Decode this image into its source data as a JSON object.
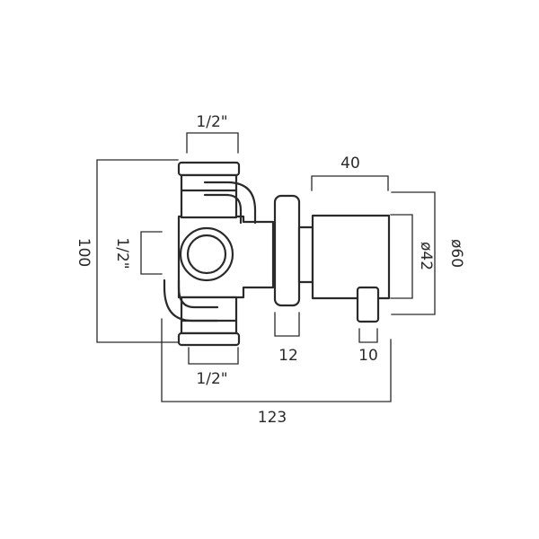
{
  "dimensions": {
    "top_inlet": "1/2\"",
    "side_inlet": "1/2\"",
    "bottom_outlet": "1/2\"",
    "height": "100",
    "body_depth": "40",
    "flange": "12",
    "spindle": "10",
    "overall_length": "123",
    "inner_diameter": "ø42",
    "outer_diameter": "ø60"
  },
  "colors": {
    "line": "#2a2a2a",
    "background": "#ffffff"
  }
}
